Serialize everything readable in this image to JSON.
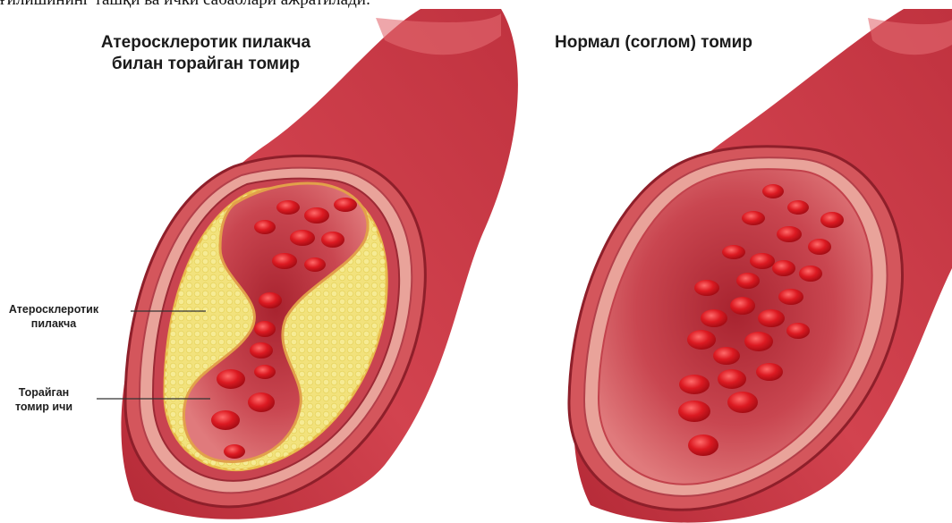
{
  "caption_top": "ғилишининг ташқи ва ички сабаблари ажратилади:",
  "left_panel": {
    "heading_line1": "Атеросклеротик пилакча",
    "heading_line2": "билан торайган томир",
    "label_plaque_line1": "Атеросклеротик",
    "label_plaque_line2": "пилакча",
    "label_lumen_line1": "Торайган",
    "label_lumen_line2": "томир ичи"
  },
  "right_panel": {
    "heading": "Нормал (соглом) томир"
  },
  "colors": {
    "vessel_outer": "#c93a48",
    "vessel_dark": "#8e1f2a",
    "vessel_inner": "#d85a60",
    "plaque": "#f2e27c",
    "plaque_edge": "#e9b94a",
    "blood_cell": "#d8141c"
  }
}
